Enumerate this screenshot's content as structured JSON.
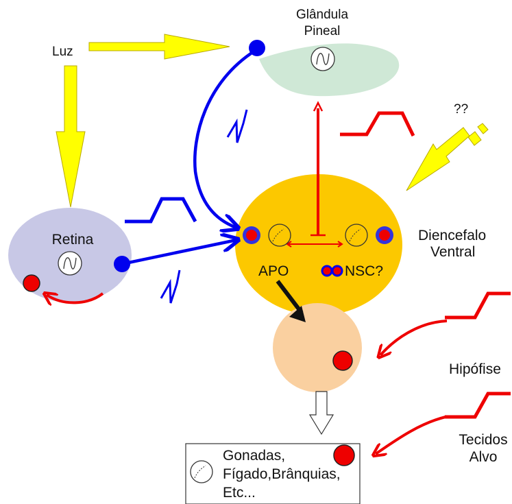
{
  "labels": {
    "luz": "Luz",
    "pineal_line1": "Glândula",
    "pineal_line2": "Pineal",
    "unknown": "??",
    "retina": "Retina",
    "diencephalon_line1": "Diencefalo",
    "diencephalon_line2": "Ventral",
    "apo": "APO",
    "nsc": "NSC?",
    "pituitary": "Hipófise",
    "targets_line1": "Tecidos",
    "targets_line2": "Alvo",
    "box_line1": "Gonadas,",
    "box_line2": "Fígado,Brânquias,",
    "box_line3": "Etc..."
  },
  "colors": {
    "light_arrow": "#ffff00",
    "light_arrow_stroke": "#b8a800",
    "neural": "#0000ee",
    "hormonal": "#ee0000",
    "retina_fill": "#c8c8e6",
    "pineal_fill": "#cfe8d6",
    "diencephalon_fill": "#fcc800",
    "pituitary_fill": "#fad0a0",
    "apo_arrow": "#111111"
  },
  "icons": [
    "sine-clock-icon",
    "dashed-clock-icon",
    "receptor-dot-icon",
    "open-down-arrow-icon"
  ]
}
